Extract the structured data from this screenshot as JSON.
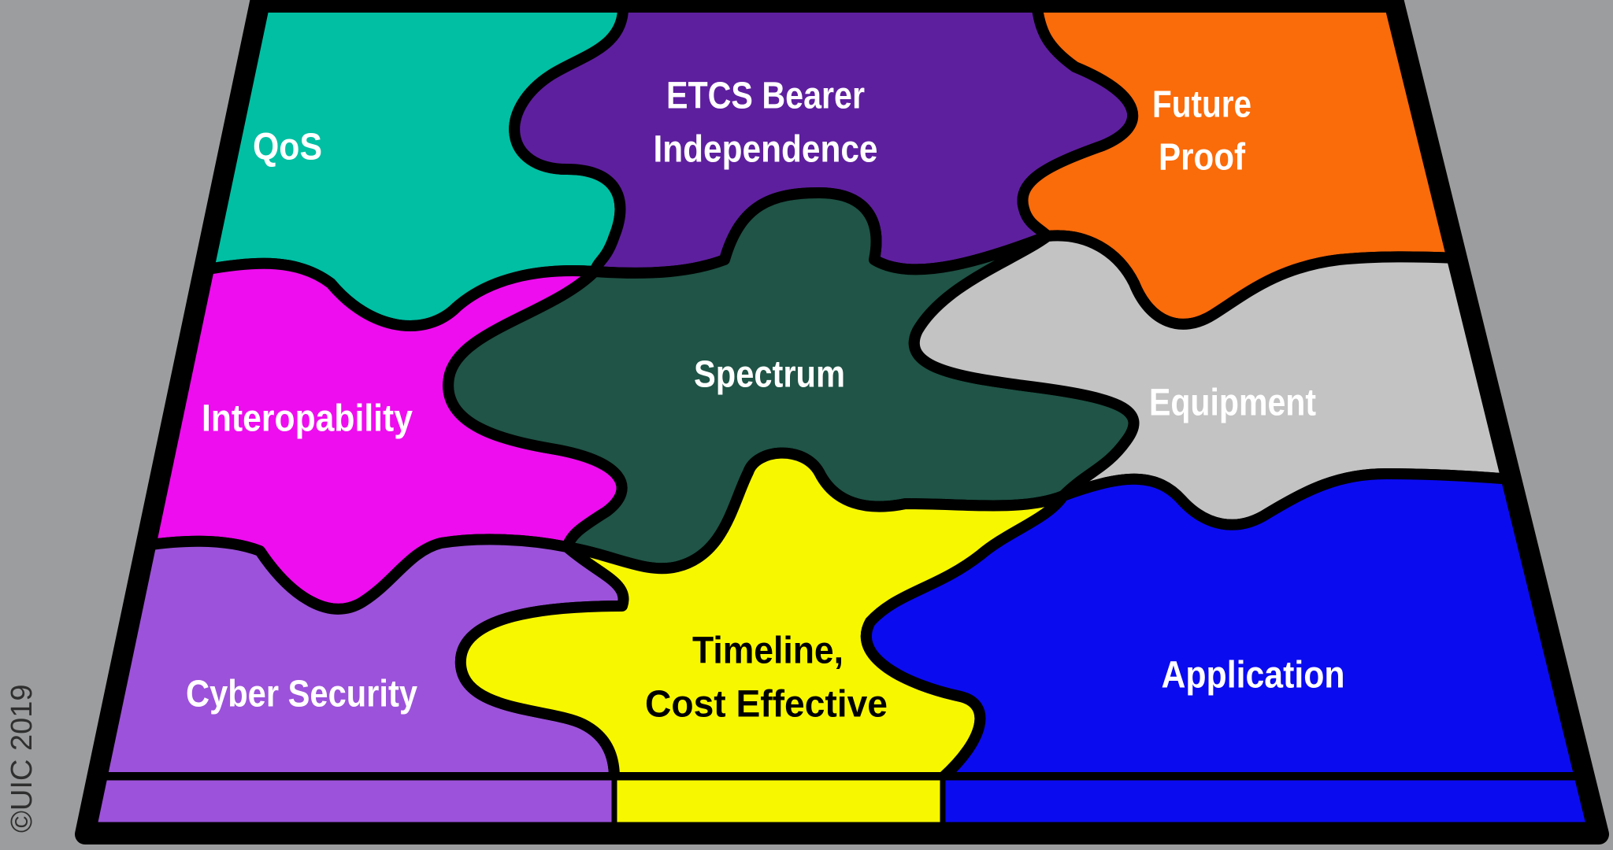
{
  "canvas": {
    "background_color": "#9C9D9E",
    "outline_color": "#000000",
    "copyright_color": "#2F2F2F"
  },
  "copyright": "©UIC 2019",
  "pieces": [
    {
      "id": "qos",
      "label_lines": [
        "QoS"
      ],
      "color": "#00BFA3",
      "text_color": "#FFFFFF"
    },
    {
      "id": "etcs-bearer-independence",
      "label_lines": [
        "ETCS Bearer",
        "Independence"
      ],
      "color": "#5E1F9E",
      "text_color": "#FFFFFF"
    },
    {
      "id": "future-proof",
      "label_lines": [
        "Future",
        "Proof"
      ],
      "color": "#FA6B0A",
      "text_color": "#FFFFFF"
    },
    {
      "id": "interopability",
      "label_lines": [
        "Interopability"
      ],
      "color": "#EE0DEE",
      "text_color": "#FFFFFF"
    },
    {
      "id": "spectrum",
      "label_lines": [
        "Spectrum"
      ],
      "color": "#1F5446",
      "text_color": "#FFFFFF"
    },
    {
      "id": "equipment",
      "label_lines": [
        "Equipment"
      ],
      "color": "#C3C3C3",
      "text_color": "#FFFFFF"
    },
    {
      "id": "cyber-security",
      "label_lines": [
        "Cyber Security"
      ],
      "color": "#9C52DA",
      "text_color": "#FFFFFF"
    },
    {
      "id": "timeline-cost-effective",
      "label_lines": [
        "Timeline,",
        "Cost Effective"
      ],
      "color": "#F7F700",
      "text_color": "#000000"
    },
    {
      "id": "application",
      "label_lines": [
        "Application"
      ],
      "color": "#0B0BF0",
      "text_color": "#FFFFFF"
    }
  ]
}
